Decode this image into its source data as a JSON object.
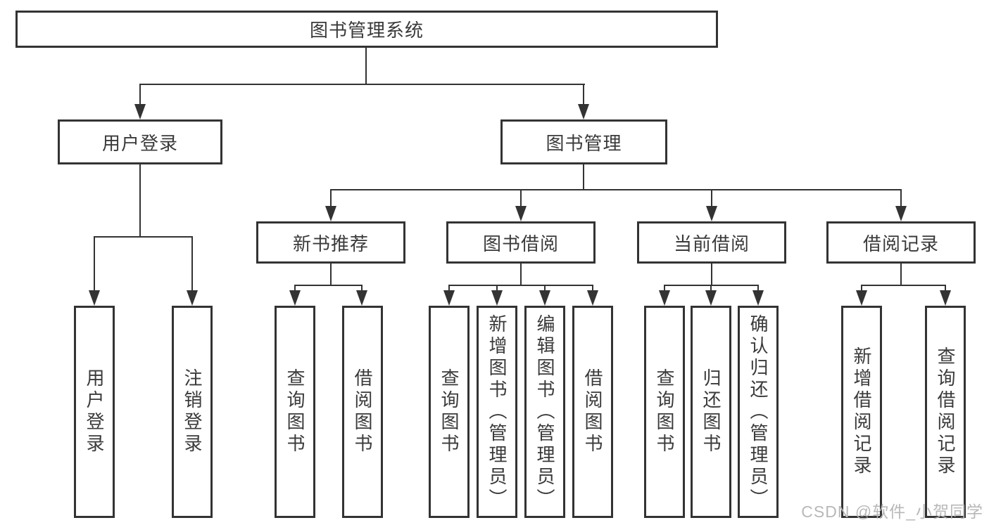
{
  "diagram": {
    "title": "图书管理系统",
    "branches": [
      {
        "label": "用户登录",
        "leaves": [
          "用户登录",
          "注销登录"
        ]
      },
      {
        "label": "图书管理",
        "subBranches": [
          {
            "label": "新书推荐",
            "leaves": [
              "查询图书",
              "借阅图书"
            ]
          },
          {
            "label": "图书借阅",
            "leaves": [
              "查询图书",
              "新增图书（管理员）",
              "编辑图书（管理员）",
              "借阅图书"
            ]
          },
          {
            "label": "当前借阅",
            "leaves": [
              "查询图书",
              "归还图书",
              "确认归还（管理员）"
            ]
          },
          {
            "label": "借阅记录",
            "leaves": [
              "新增借阅记录",
              "查询借阅记录"
            ]
          }
        ]
      }
    ]
  },
  "watermark": "CSDN @软件_小贺同学",
  "colors": {
    "line": "#333333",
    "text": "#3a3a3a",
    "watermark": "#b5b5b5",
    "background": "#ffffff"
  }
}
